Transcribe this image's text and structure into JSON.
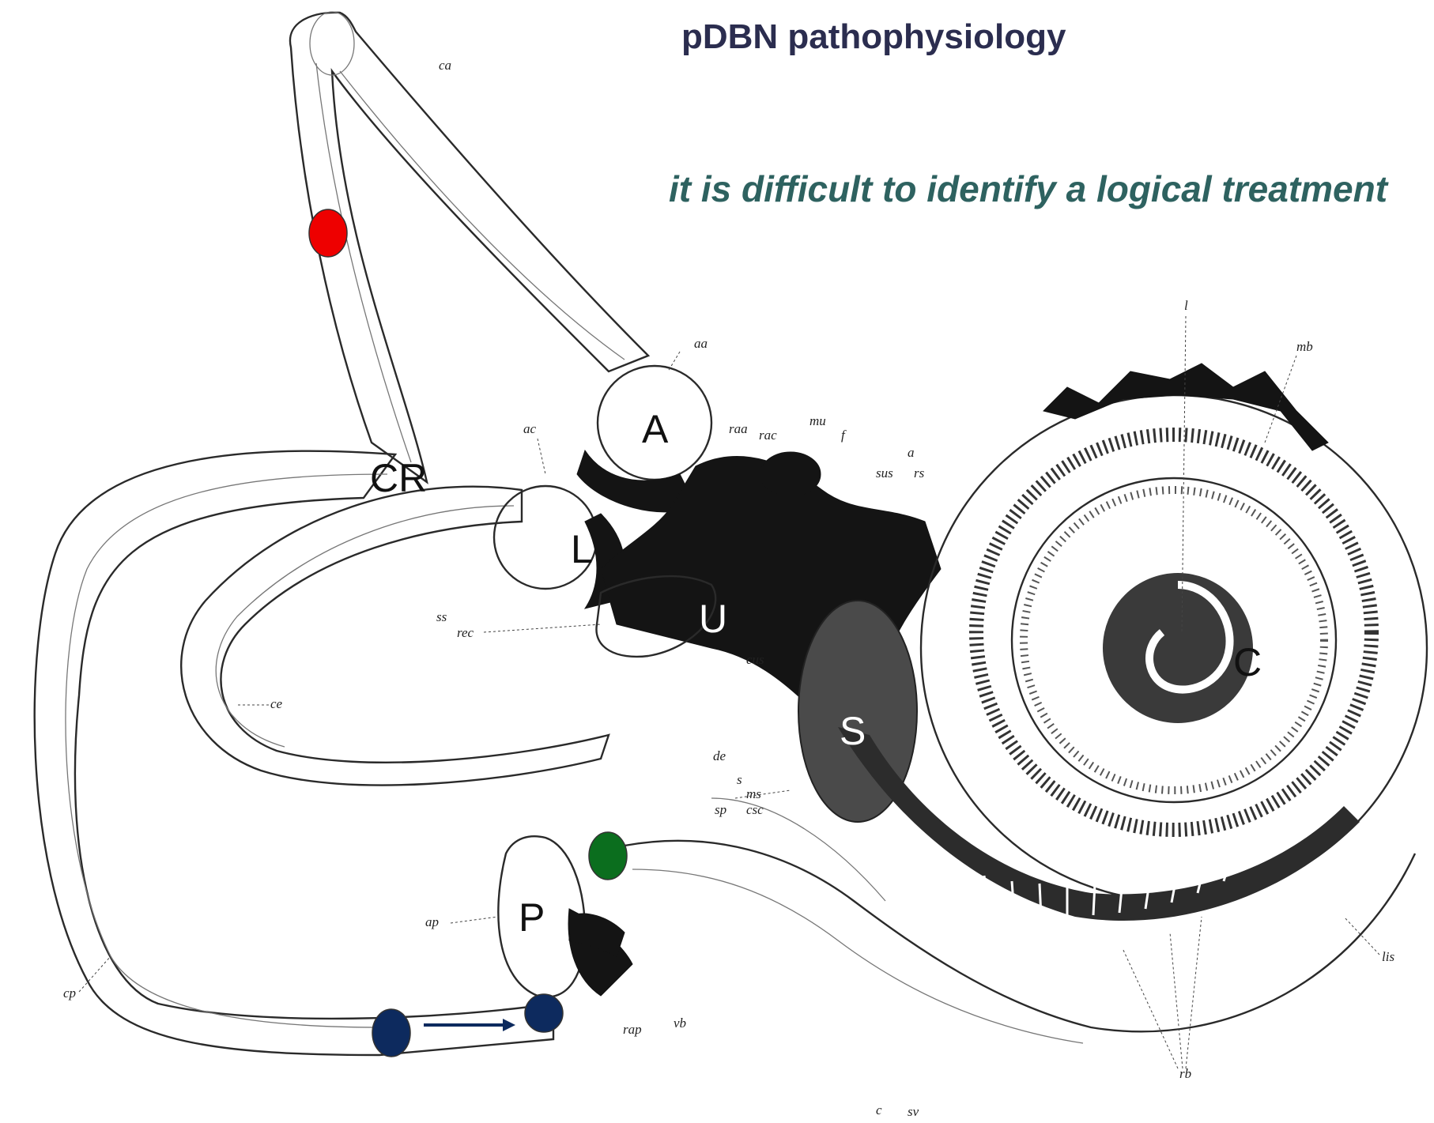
{
  "header": {
    "title": "pDBN pathophysiology",
    "subtitle": "it is difficult to identify a logical treatment"
  },
  "structure_labels": {
    "anterior_ampulla": "A",
    "common_crus": "CR",
    "lateral_ampulla": "L",
    "utricle": "U",
    "saccule": "S",
    "cochlea": "C",
    "posterior_ampulla": "P"
  },
  "anatomy_labels": [
    "ca",
    "aa",
    "raa",
    "rac",
    "mu",
    "f",
    "sus",
    "a",
    "rs",
    "l",
    "mb",
    "ac",
    "ss",
    "rec",
    "cus",
    "ce",
    "de",
    "s",
    "ms",
    "csc",
    "sp",
    "ap",
    "cp",
    "rap",
    "vb",
    "lis",
    "rb",
    "c",
    "sv"
  ],
  "markers": [
    {
      "name": "red-dot",
      "color": "#ee0000"
    },
    {
      "name": "green-dot",
      "color": "#0b6e1e"
    },
    {
      "name": "blue-dot-start",
      "color": "#0d2a5e"
    },
    {
      "name": "blue-dot-end",
      "color": "#0d2a5e"
    }
  ],
  "arrow_color": "#0d2a5e"
}
